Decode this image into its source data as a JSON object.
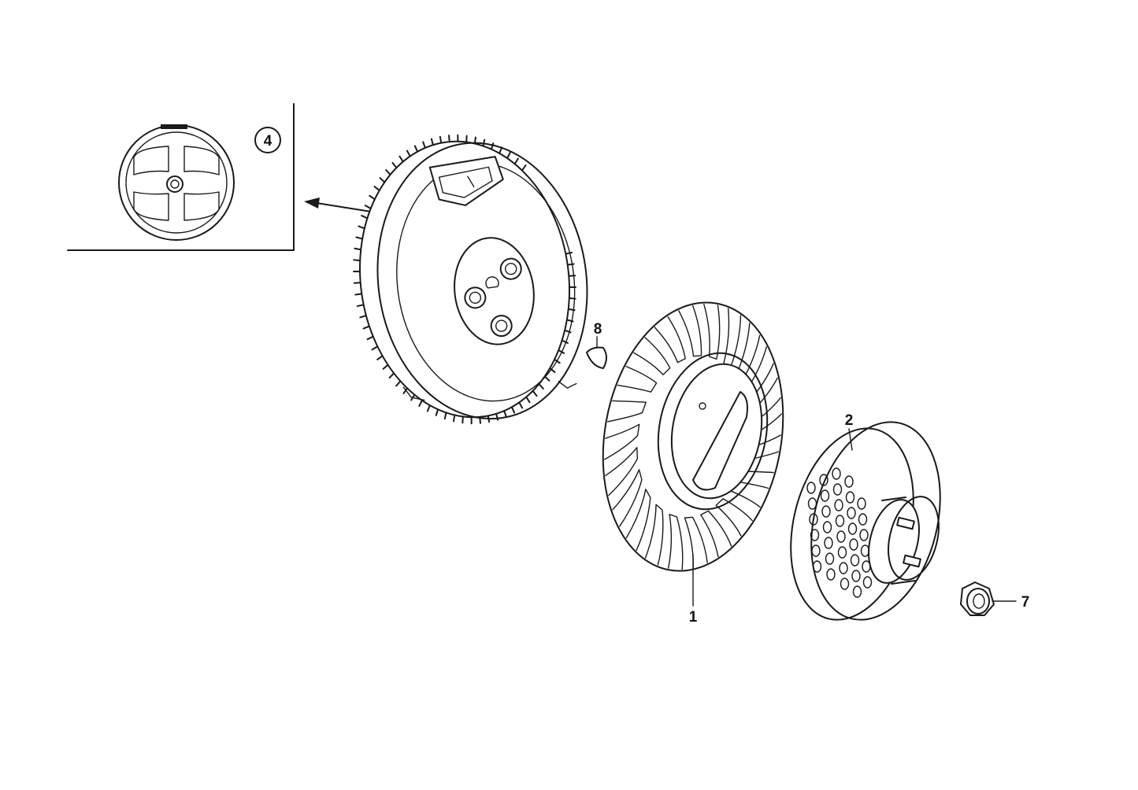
{
  "callouts": {
    "detail_ref": "4",
    "fan": "1",
    "cover": "2",
    "nut": "7",
    "key": "8"
  }
}
